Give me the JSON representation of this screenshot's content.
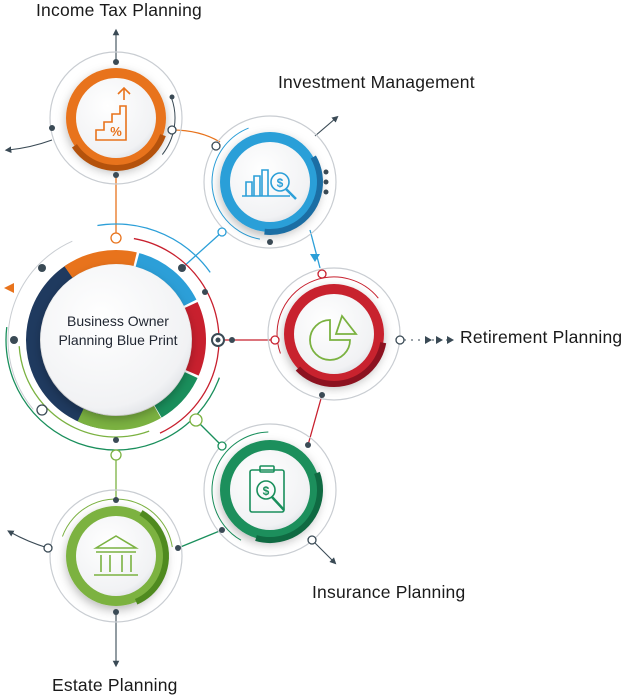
{
  "center": {
    "line1": "Business Owner",
    "line2": "Planning Blue Print"
  },
  "nodes": [
    {
      "id": "income-tax",
      "label": "Income Tax Planning",
      "color": "#e8731c",
      "dark": "#b4520c",
      "icon": "chart-percent-icon"
    },
    {
      "id": "investment",
      "label": "Investment Management",
      "color": "#2c9fd8",
      "dark": "#1b6ea4",
      "icon": "chart-magnifier-dollar-icon"
    },
    {
      "id": "retirement",
      "label": "Retirement Planning",
      "color": "#c8202e",
      "dark": "#8c1220",
      "icon": "pie-chart-icon"
    },
    {
      "id": "insurance",
      "label": "Insurance Planning",
      "color": "#1a8f5c",
      "dark": "#0f6a42",
      "icon": "clipboard-dollar-icon"
    },
    {
      "id": "estate",
      "label": "Estate Planning",
      "color": "#7bb241",
      "dark": "#4f8a1f",
      "icon": "bank-building-icon"
    }
  ],
  "colors": {
    "navy": "#1f3a5f",
    "gray_ring": "#c9cdd2",
    "arrow": "#3a4a55"
  }
}
